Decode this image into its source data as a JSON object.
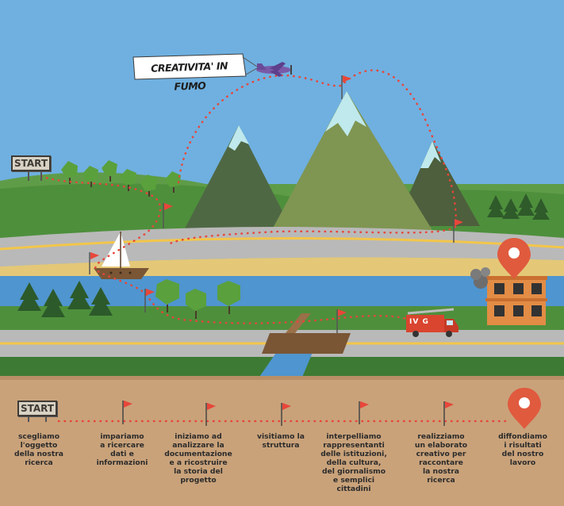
{
  "banner": {
    "text": "CREATIVITA' IN FUMO"
  },
  "map_start_sign": {
    "text": "START"
  },
  "fire_truck": {
    "text": "IV G"
  },
  "timeline": {
    "start_sign": "START",
    "steps": [
      {
        "label": "scegliamo\nl'oggetto\ndella nostra\nricerca"
      },
      {
        "label": "impariamo\na ricercare\ndati e\ninformazioni"
      },
      {
        "label": "iniziamo ad\nanalizzare la\ndocumentazione\ne a ricostruire\nla storia del\nprogetto"
      },
      {
        "label": "visitiamo la\nstruttura"
      },
      {
        "label": "interpelliamo\nrappresentanti\ndelle istituzioni,\ndella cultura,\ndel giornalismo\ne semplici\ncittadini"
      },
      {
        "label": "realizziamo\nun elaborato\ncreativo per\nraccontare\nla nostra\nricerca"
      },
      {
        "label": "diffondiamo\ni risultati\ndel nostro\nlavoro"
      }
    ]
  },
  "colors": {
    "sky": "#6fb0e0",
    "grass": "#4e8f3c",
    "road": "#b9b9b9",
    "road_line": "#f3c64a",
    "water": "#4f95cf",
    "sand": "#e4c878",
    "paper": "#c9a27a",
    "flag": "#e8463a",
    "path_dots": "#e8463a",
    "pin": "#e05a3e"
  }
}
